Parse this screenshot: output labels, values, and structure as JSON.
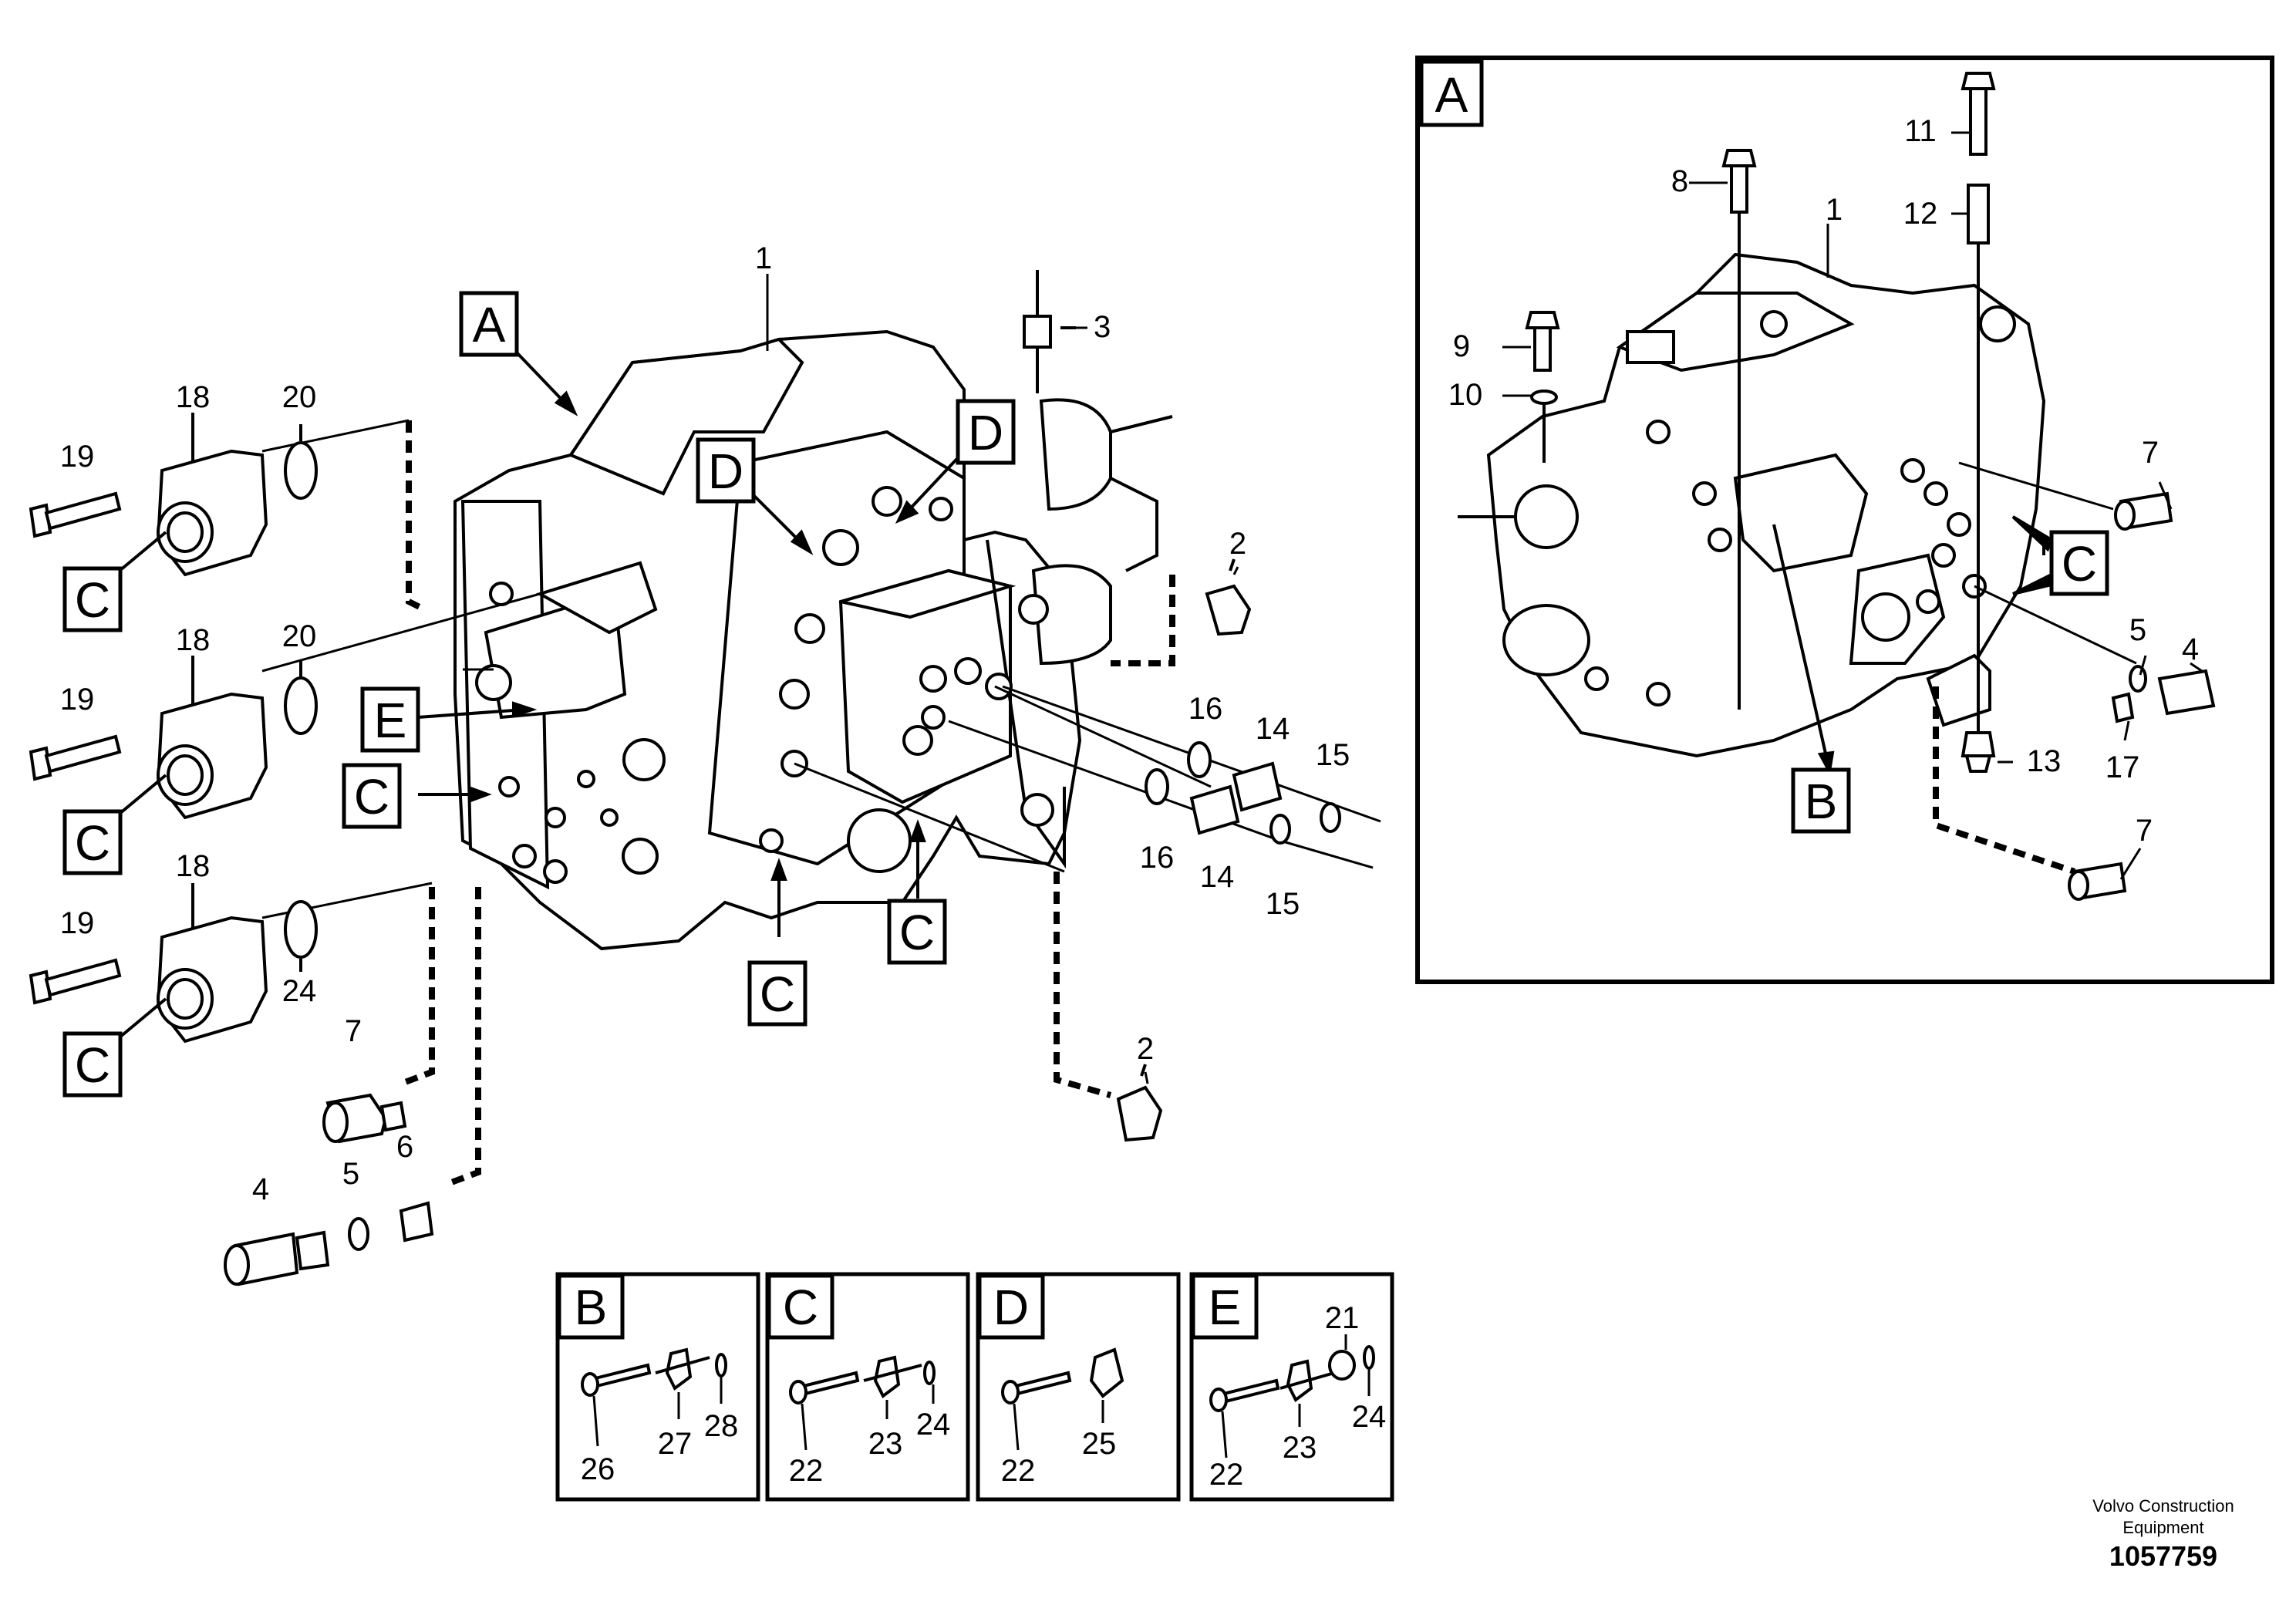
{
  "diagram": {
    "main_labels": {
      "callout_A": "A",
      "part_1": "1",
      "part_3": "3",
      "part_2_top": "2",
      "part_2_bottom": "2",
      "callout_D_left": "D",
      "callout_D_right": "D",
      "callout_E": "E",
      "callout_C_mid": "C",
      "callout_C_lower1": "C",
      "callout_C_lower2": "C",
      "flange_top_18": "18",
      "flange_top_19": "19",
      "flange_top_20": "20",
      "flange_top_C": "C",
      "flange_mid_18": "18",
      "flange_mid_19": "19",
      "flange_mid_20": "20",
      "flange_mid_C": "C",
      "flange_bot_18": "18",
      "flange_bot_19": "19",
      "flange_bot_24": "24",
      "flange_bot_C": "C",
      "part_16a": "16",
      "part_14a": "14",
      "part_15a": "15",
      "part_16b": "16",
      "part_14b": "14",
      "part_15b": "15",
      "part_7": "7",
      "part_4": "4",
      "part_5": "5",
      "part_6": "6"
    },
    "inset_A": {
      "title": "A",
      "part_1": "1",
      "part_8": "8",
      "part_9": "9",
      "part_10": "10",
      "part_11": "11",
      "part_12": "12",
      "part_13": "13",
      "part_7_top": "7",
      "part_7_bottom": "7",
      "part_5": "5",
      "part_4": "4",
      "part_17": "17",
      "callout_C": "C",
      "callout_B": "B"
    },
    "detail_boxes": [
      {
        "letter": "B",
        "labels": [
          "26",
          "27",
          "28"
        ]
      },
      {
        "letter": "C",
        "labels": [
          "22",
          "23",
          "24"
        ]
      },
      {
        "letter": "D",
        "labels": [
          "22",
          "25"
        ]
      },
      {
        "letter": "E",
        "labels": [
          "21",
          "22",
          "23",
          "24"
        ]
      }
    ],
    "footer": {
      "company_line1": "Volvo Construction",
      "company_line2": "Equipment",
      "drawing_number": "1057759"
    }
  },
  "colors": {
    "ink": "#000000",
    "paper": "#ffffff",
    "shade": "#e6e6e6"
  }
}
